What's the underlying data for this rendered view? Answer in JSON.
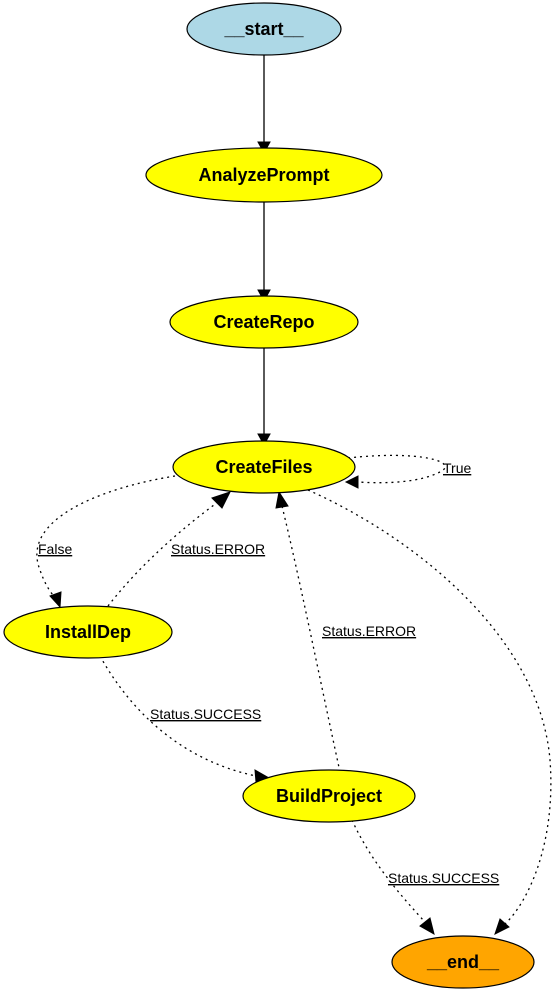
{
  "nodes": {
    "start": {
      "label": "__start__",
      "fill": "#add8e6"
    },
    "analyze": {
      "label": "AnalyzePrompt",
      "fill": "#ffff00"
    },
    "repo": {
      "label": "CreateRepo",
      "fill": "#ffff00"
    },
    "files": {
      "label": "CreateFiles",
      "fill": "#ffff00"
    },
    "install": {
      "label": "InstallDep",
      "fill": "#ffff00"
    },
    "build": {
      "label": "BuildProject",
      "fill": "#ffff00"
    },
    "end": {
      "label": "__end__",
      "fill": "#ffa500"
    }
  },
  "edges": {
    "files_true": "True",
    "files_false": "False",
    "install_error": "Status.ERROR",
    "install_success": "Status.SUCCESS",
    "build_error": "Status.ERROR",
    "build_success": "Status.SUCCESS"
  }
}
